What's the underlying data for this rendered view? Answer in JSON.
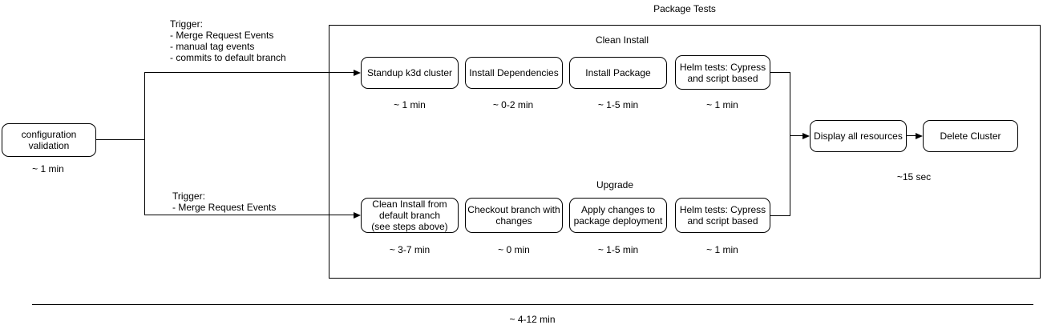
{
  "diagram": {
    "title": "Package Tests",
    "section_clean_install": "Clean Install",
    "section_upgrade": "Upgrade",
    "trigger_top": {
      "heading": "Trigger:",
      "items": [
        "- Merge Request Events",
        "- manual tag events",
        "- commits to default branch"
      ]
    },
    "trigger_bottom": {
      "heading": "Trigger:",
      "items": [
        "- Merge Request Events"
      ]
    },
    "nodes": {
      "config_validation": {
        "label": "configuration\nvalidation",
        "duration": "~ 1 min"
      },
      "standup_k3d": {
        "label": "Standup k3d cluster",
        "duration": "~ 1 min"
      },
      "install_dependencies": {
        "label": "Install Dependencies",
        "duration": "~ 0-2 min"
      },
      "install_package": {
        "label": "Install Package",
        "duration": "~ 1-5 min"
      },
      "helm_tests_clean": {
        "label": "Helm tests: Cypress\nand script based",
        "duration": "~ 1 min"
      },
      "clean_install_from_default": {
        "label": "Clean Install from\ndefault branch\n(see steps above)",
        "duration": "~ 3-7 min"
      },
      "checkout_branch": {
        "label": "Checkout branch with\nchanges",
        "duration": "~ 0 min"
      },
      "apply_changes": {
        "label": "Apply changes to\npackage deployment",
        "duration": "~ 1-5 min"
      },
      "helm_tests_upgrade": {
        "label": "Helm tests: Cypress\nand script based",
        "duration": "~ 1 min"
      },
      "display_resources": {
        "label": "Display all resources"
      },
      "delete_cluster": {
        "label": "Delete Cluster"
      }
    },
    "teardown_duration": "~15 sec",
    "total_duration": "~ 4-12 min",
    "colors": {
      "stroke": "#000000",
      "background": "#ffffff"
    }
  }
}
